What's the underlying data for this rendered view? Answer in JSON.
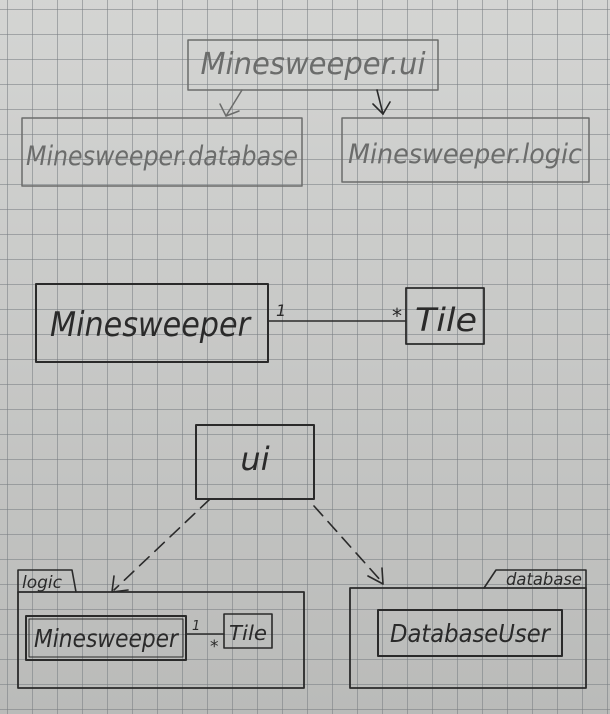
{
  "packages_overview": {
    "ui": "Minesweeper.ui",
    "database": "Minesweeper.database",
    "logic": "Minesweeper.logic"
  },
  "class_diagram": {
    "class_a": "Minesweeper",
    "class_b": "Tile",
    "multiplicity_a": "1",
    "multiplicity_b": "*"
  },
  "package_diagram": {
    "ui_box": "ui",
    "logic_tab": "logic",
    "database_tab": "database",
    "logic_class_a": "Minesweeper",
    "logic_class_b": "Tile",
    "logic_multiplicity_a": "1",
    "logic_multiplicity_b": "*",
    "database_class": "DatabaseUser"
  }
}
